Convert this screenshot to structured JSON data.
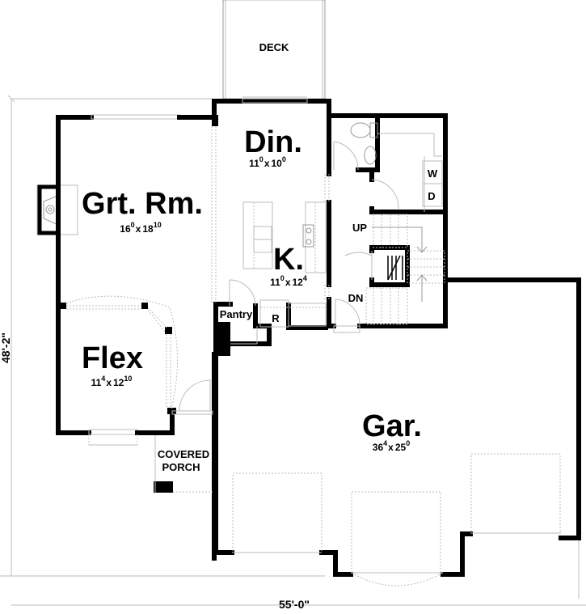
{
  "plan": {
    "rooms": {
      "deck": {
        "name": "DECK"
      },
      "great_room": {
        "name": "Grt. Rm.",
        "w_ft": "16",
        "w_in": "0",
        "d_ft": "18",
        "d_in": "10",
        "x": "x"
      },
      "dining": {
        "name": "Din.",
        "w_ft": "11",
        "w_in": "0",
        "d_ft": "10",
        "d_in": "0",
        "x": "x"
      },
      "kitchen": {
        "name": "K.",
        "w_ft": "11",
        "w_in": "0",
        "d_ft": "12",
        "d_in": "4",
        "x": "x"
      },
      "flex": {
        "name": "Flex",
        "w_ft": "11",
        "w_in": "4",
        "d_ft": "12",
        "d_in": "10",
        "x": "x"
      },
      "garage": {
        "name": "Gar.",
        "w_ft": "36",
        "w_in": "4",
        "d_ft": "25",
        "d_in": "0",
        "x": "x"
      },
      "pantry": {
        "name": "Pantry"
      },
      "porch": {
        "line1": "COVERED",
        "line2": "PORCH"
      }
    },
    "fixtures": {
      "refrigerator": "R",
      "washer": "W",
      "dryer": "D"
    },
    "stairs": {
      "up": "UP",
      "down": "DN"
    },
    "dimensions": {
      "overall_width": "55'-0\"",
      "overall_depth": "48'-2\""
    }
  }
}
